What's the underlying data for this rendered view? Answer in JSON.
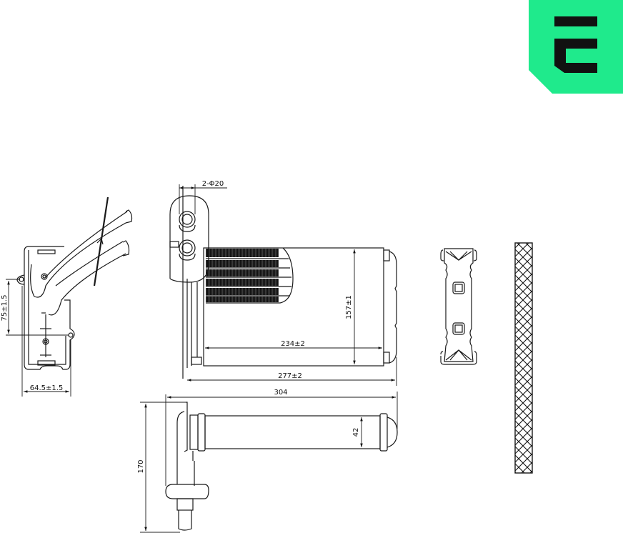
{
  "logo": {
    "name": "brand-logo",
    "letter": "E",
    "background_color": "#1FEA8C",
    "glyph_color": "#111111"
  },
  "views": {
    "side_view": {
      "dimensions": {
        "mount_spacing": "75±1.5",
        "width": "64.5±1.5"
      }
    },
    "front_view": {
      "dimensions": {
        "pipe_diameter": "2-Φ20",
        "height": "157±1",
        "core_width": "234±2",
        "overall_width": "277±2"
      }
    },
    "top_view": {
      "dimensions": {
        "total_length": "304",
        "total_height": "170",
        "depth": "42"
      }
    },
    "gasket_view": {},
    "seal_strip_view": {}
  },
  "colors": {
    "line": "#1a1a1a",
    "background": "#ffffff",
    "accent": "#1FEA8C"
  }
}
